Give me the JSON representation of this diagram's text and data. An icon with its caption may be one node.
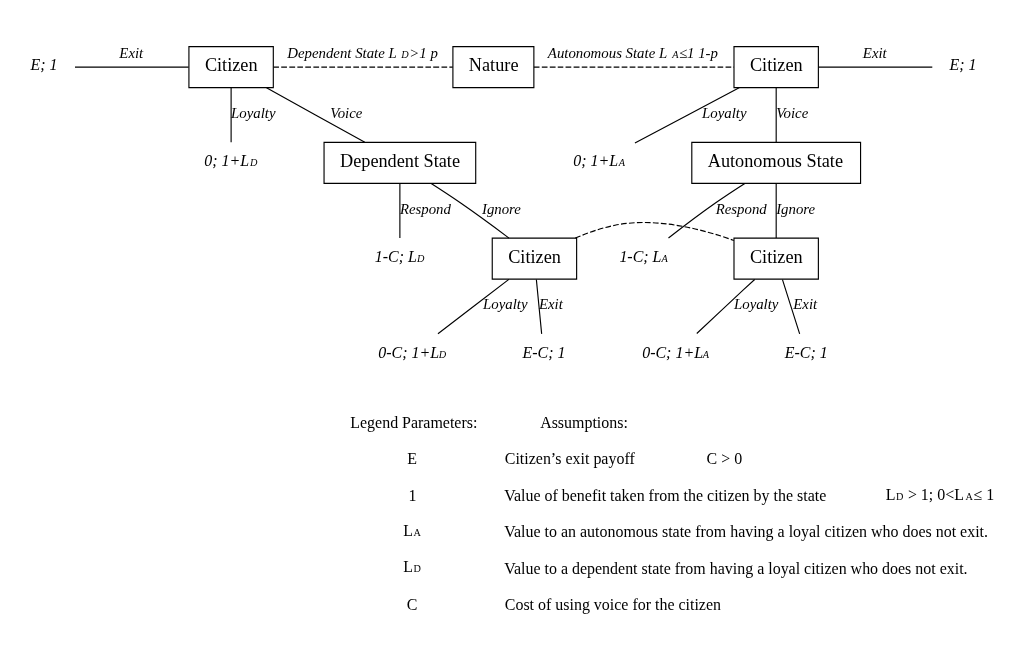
{
  "diagram": {
    "nodes": [
      {
        "text": [
          "Citizen"
        ]
      },
      {
        "text": [
          "Nature"
        ]
      },
      {
        "text": [
          "Citizen"
        ]
      },
      {
        "text": [
          "E; 1"
        ]
      },
      {
        "text": [
          "0; 1+L$_{D}$"
        ]
      },
      {
        "text": [
          "Dependent State"
        ]
      },
      {
        "text": [
          "1-C; L$_{D}$"
        ]
      },
      {
        "text": [
          "Citizen"
        ]
      },
      {
        "text": [
          "0-C; 1+L$_{D}$"
        ]
      },
      {
        "text": [
          "E-C; 1"
        ]
      },
      {
        "text": [
          "0; 1+L$_{A}$"
        ]
      },
      {
        "text": [
          "E; 1"
        ]
      },
      {
        "text": [
          "Autonomous State"
        ]
      },
      {
        "text": [
          "1-C; L$_{A}$"
        ]
      },
      {
        "text": [
          "Citizen"
        ]
      },
      {
        "text": [
          "0-C; 1+L$_{A}$"
        ]
      },
      {
        "text": [
          "E-C; 1"
        ]
      }
    ],
    "edges": [
      {
        "from": 1,
        "to": 0,
        "arrow": "none",
        "style": "dashed",
        "label": "Dependent State L$_{D}$>1 p"
      },
      {
        "from": 1,
        "to": 2,
        "arrow": "none",
        "style": "dashed",
        "label": "Autonomous State L$_{A}$≤1 1-p"
      },
      {
        "from": 0,
        "to": 3,
        "arrow": "none",
        "label": "Exit"
      },
      {
        "from": 0,
        "to": 4,
        "arrow": "none",
        "label": "Loyalty"
      },
      {
        "from": 0,
        "to": 5,
        "arrow": "none",
        "label": "Voice"
      },
      {
        "from": 5,
        "to": 7,
        "arrow": "none",
        "label": "Ignore"
      },
      {
        "from": 5,
        "to": 6,
        "arrow": "none",
        "label": "Respond"
      },
      {
        "from": 7,
        "to": 8,
        "arrow": "none",
        "label": "Loyalty"
      },
      {
        "from": 7,
        "to": 9,
        "arrow": "none",
        "label": "Exit"
      },
      {
        "from": 7,
        "to": 14,
        "arrow": "none",
        "style": "dashed"
      },
      {
        "from": 2,
        "to": 12,
        "arrow": "none",
        "label": "Voice"
      },
      {
        "from": 2,
        "to": 10,
        "arrow": "none",
        "label": "Loyalty"
      },
      {
        "from": 2,
        "to": 11,
        "arrow": "none",
        "label": "Exit"
      },
      {
        "from": 12,
        "to": 13,
        "arrow": "none",
        "label": "Respond"
      },
      {
        "from": 12,
        "to": 14,
        "arrow": "none",
        "label": "Ignore"
      },
      {
        "from": 14,
        "to": 15,
        "arrow": "none",
        "label": "Loyalty"
      },
      {
        "from": 14,
        "to": 16,
        "arrow": "none",
        "label": "Exit"
      }
    ],
    "labels": [
      "Legend Parameters:",
      "Assumptions:",
      "E",
      "Citizen’s exit payoff",
      "C > 0",
      "1",
      "Value of benefit taken from the citizen by the state",
      "L$_{D}$ > 1; 0<L$_{A}$≤ 1",
      "L$_{A}$",
      "Value to an autonomous state from having a loyal citizen who does not exit.",
      "L$_{D}$",
      "Value to a dependent state from having a loyal citizen who does not exit.",
      "C",
      "Cost of using voice for the citizen"
    ]
  }
}
